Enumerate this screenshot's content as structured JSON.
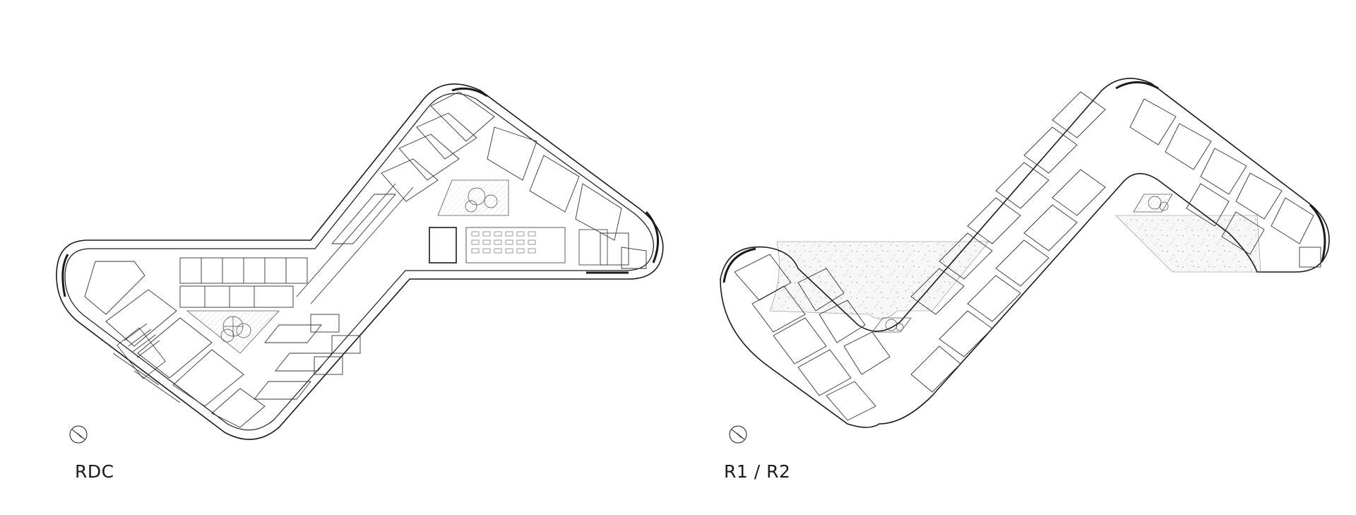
{
  "plans": [
    {
      "id": "rdc",
      "label": "RDC"
    },
    {
      "id": "r1r2",
      "label": "R1 / R2"
    }
  ],
  "icons": [
    "north-arrow-icon",
    "tree-icon",
    "stair-icon"
  ],
  "colors": {
    "line": "#1a1a1a",
    "thin_line": "#4d4d4d",
    "courtyard_fill": "#f4f4f4",
    "speckle": "#9a9a9a",
    "background": "#ffffff"
  }
}
